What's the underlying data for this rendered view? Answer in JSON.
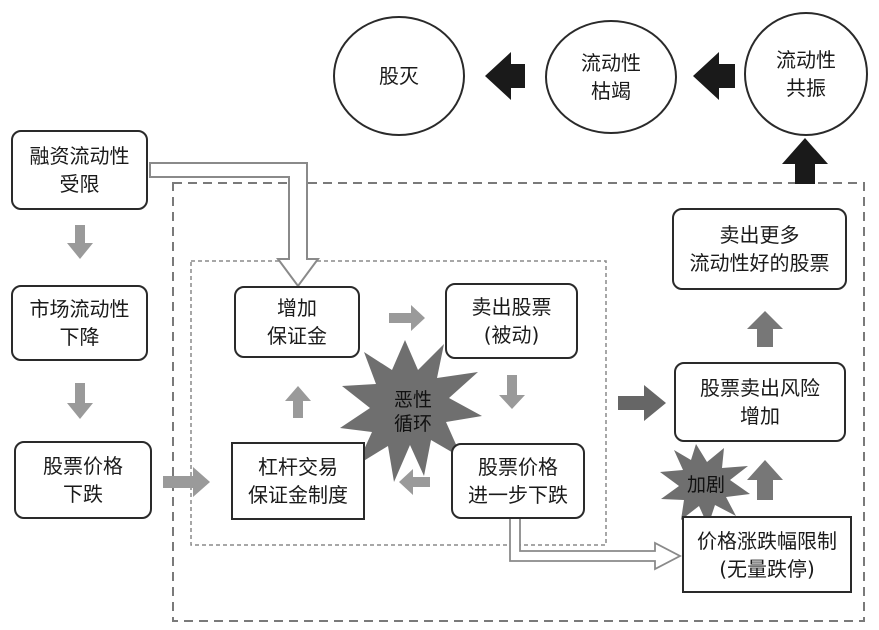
{
  "circles": {
    "collapse": {
      "line1": "股灭"
    },
    "dry": {
      "line1": "流动性",
      "line2": "枯竭"
    },
    "resonance": {
      "line1": "流动性",
      "line2": "共振"
    }
  },
  "left_boxes": {
    "financing": {
      "line1": "融资流动性",
      "line2": "受限"
    },
    "market": {
      "line1": "市场流动性",
      "line2": "下降"
    },
    "price_drop": {
      "line1": "股票价格",
      "line2": "下跌"
    }
  },
  "inner_boxes": {
    "add_margin": {
      "line1": "增加",
      "line2": "保证金"
    },
    "sell_passive": {
      "line1": "卖出股票",
      "line2": "(被动)"
    },
    "leverage": {
      "line1": "杠杆交易",
      "line2": "保证金制度"
    },
    "price_further": {
      "line1": "股票价格",
      "line2": "进一步下跌"
    }
  },
  "right_boxes": {
    "sell_more": {
      "line1": "卖出更多",
      "line2": "流动性好的股票"
    },
    "sell_risk": {
      "line1": "股票卖出风险",
      "line2": "增加"
    },
    "limit": {
      "line1": "价格涨跌幅限制",
      "line2": "(无量跌停)"
    }
  },
  "stars": {
    "vicious": {
      "line1": "恶性",
      "line2": "循环"
    },
    "intensify": {
      "line1": "加剧"
    }
  },
  "colors": {
    "border": "#2a2a2a",
    "gray_arrow": "#9a9a9a",
    "dark_arrow": "#1a1a1a",
    "star_fill": "#6f6f6f",
    "dashed": "#7a7a7a"
  }
}
